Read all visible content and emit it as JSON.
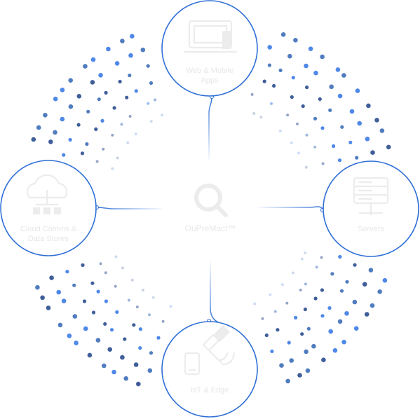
{
  "center": {
    "label": "OuPreMact™"
  },
  "nodes": {
    "top": {
      "label_line1": "Web & Mobile",
      "label_line2": "Apps",
      "icon": "laptop-icon"
    },
    "right": {
      "label_line1": "Servers",
      "label_line2": "",
      "icon": "server-icon"
    },
    "bottom": {
      "label_line1": "IoT & Edge",
      "label_line2": "",
      "icon": "iot-satellite-icon"
    },
    "left": {
      "label_line1": "Cloud Comms &",
      "label_line2": "Data Stores",
      "icon": "cloud-network-icon"
    }
  },
  "colors": {
    "accent": "#2f6fd6",
    "dot_dark": "#2a4d8f",
    "dot_mid": "#3d6fb8",
    "dot_light": "#3c7be6",
    "muted_text": "#e7e7e7"
  }
}
